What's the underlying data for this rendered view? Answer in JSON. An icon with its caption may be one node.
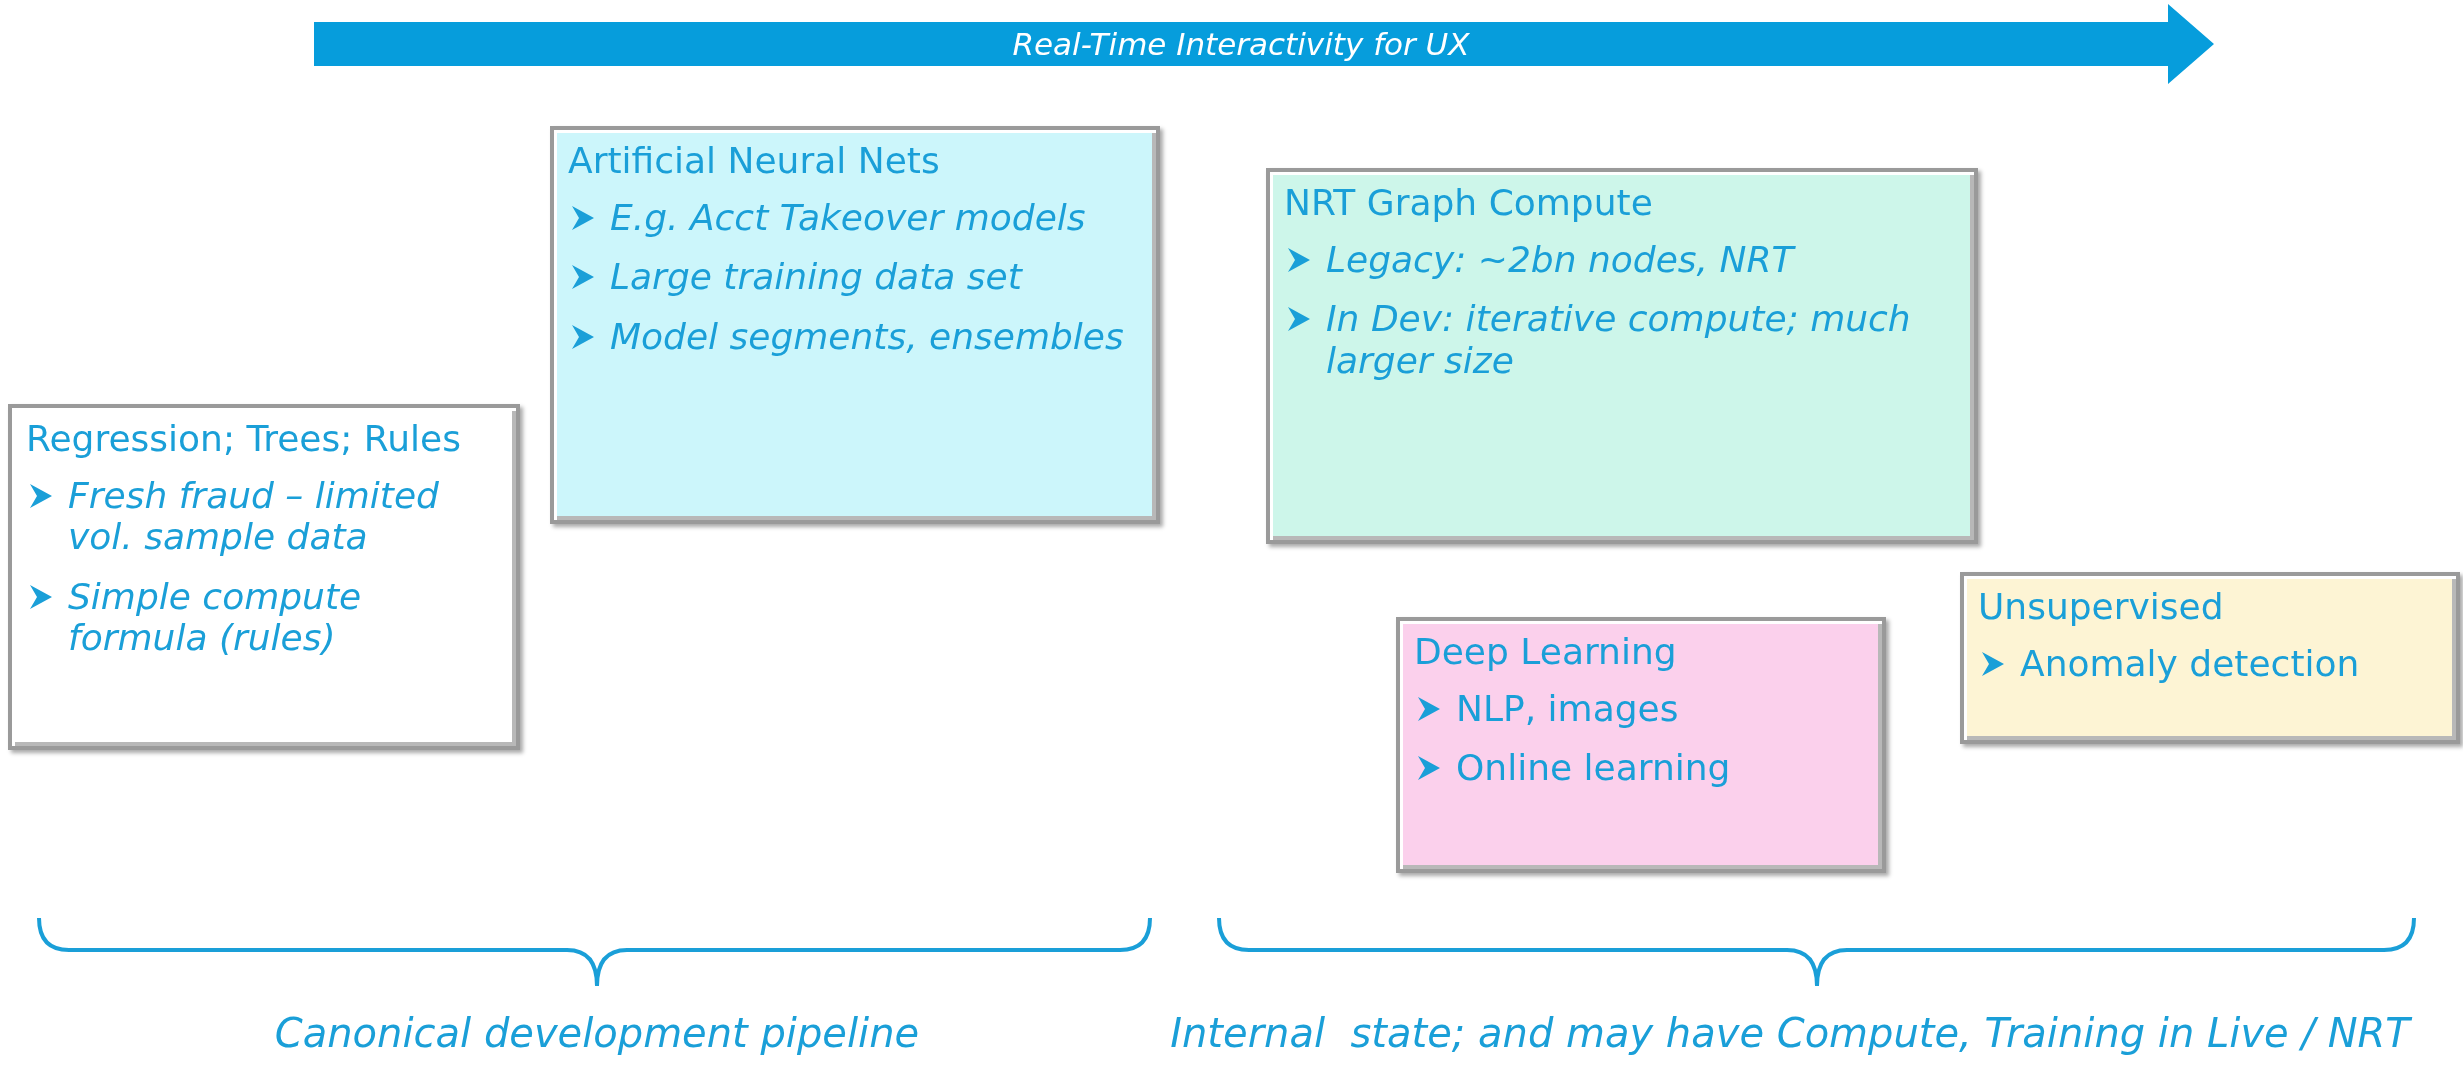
{
  "diagram": {
    "nodes": [
      {
        "text": [
          "Real-Time Interactivity for UX"
        ]
      },
      {
        "text": [
          "Regression; Trees; Rules",
          "Fresh fraud – limited vol. sample data",
          "Simple compute formula (rules)"
        ]
      },
      {
        "text": [
          "Artificial Neural Nets",
          "E.g. Acct Takeover models",
          "Large training data set",
          "Model segments, ensembles"
        ]
      },
      {
        "text": [
          "NRT Graph Compute",
          "Legacy: ~2bn nodes, NRT",
          "In Dev: iterative compute; much larger size"
        ]
      },
      {
        "text": [
          "Deep Learning",
          "NLP, images",
          "Online learning"
        ]
      },
      {
        "text": [
          "Unsupervised",
          "Anomaly detection"
        ]
      }
    ],
    "edges": [],
    "labels": [
      "Canonical development pipeline",
      "Internal  state; and may have Compute, Training in Live / NRT"
    ]
  }
}
